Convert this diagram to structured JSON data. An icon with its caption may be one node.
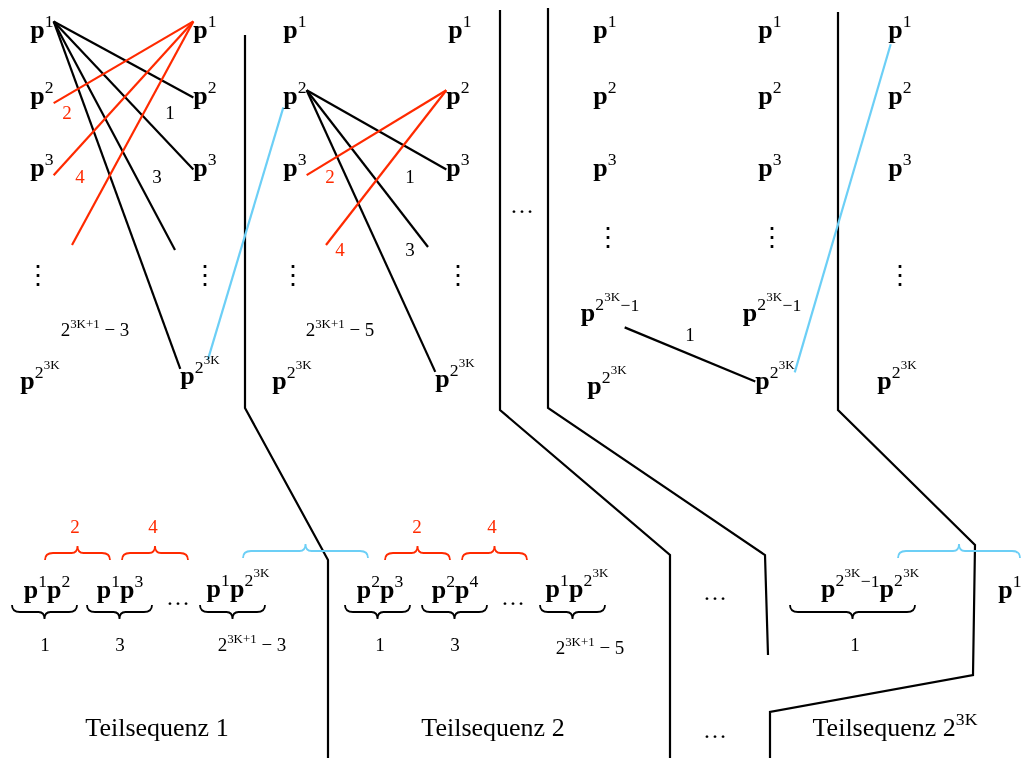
{
  "diagram": {
    "nodes": [
      {
        "text": [
          "**p**$^{1}$"
        ]
      },
      {
        "text": [
          "**p**$^{1}$"
        ]
      },
      {
        "text": [
          "**p**$^{2}$"
        ]
      },
      {
        "text": [
          "**p**$^{2}$"
        ]
      },
      {
        "text": [
          "**p**$^{3}$"
        ]
      },
      {
        "text": [
          "**p**$^{3}$"
        ]
      },
      {
        "text": [
          "**p**$^{2}$$^{3K}$"
        ]
      },
      {
        "text": [
          "**p**$^{2}$"
        ]
      },
      {
        "text": [
          "**p**$^{2}$"
        ]
      },
      {
        "text": [
          "**p**$^{3}$"
        ]
      },
      {
        "text": [
          "**p**$^{3}$"
        ]
      },
      {
        "text": [
          "**p**$^{2}$$^{3K}$"
        ]
      },
      {
        "text": [
          "**p**$^{2}$$^{3K}$$^{−1}$"
        ]
      },
      {
        "text": [
          "**p**$^{2}$$^{3K}$"
        ]
      },
      {
        "text": [
          "**p**$^{1}$"
        ]
      }
    ],
    "edges": [
      {
        "from": 0,
        "to": 3,
        "arrow": "none",
        "label": "1"
      },
      {
        "from": 0,
        "to": 5,
        "arrow": "none",
        "label": "3"
      },
      {
        "from": 0,
        "to": null,
        "arrow": "none"
      },
      {
        "from": 0,
        "to": 6,
        "arrow": "none",
        "label": "2$^{3K+1}$ − 3"
      },
      {
        "from": 1,
        "to": 2,
        "arrow": "none",
        "label": "2",
        "color": "#ff2a00"
      },
      {
        "from": 1,
        "to": 4,
        "arrow": "none",
        "label": "4",
        "color": "#ff2a00"
      },
      {
        "from": 1,
        "to": null,
        "arrow": "none",
        "color": "#ff2a00"
      },
      {
        "from": 6,
        "to": 7,
        "arrow": "none",
        "color": "#6ccff6"
      },
      {
        "from": 7,
        "to": 10,
        "arrow": "none",
        "label": "1"
      },
      {
        "from": 7,
        "to": null,
        "arrow": "none",
        "label": "3"
      },
      {
        "from": 7,
        "to": 11,
        "arrow": "none",
        "label": "2$^{3K+1}$ − 5"
      },
      {
        "from": 8,
        "to": 9,
        "arrow": "none",
        "label": "2",
        "color": "#ff2a00"
      },
      {
        "from": 8,
        "to": null,
        "arrow": "none",
        "label": "4",
        "color": "#ff2a00"
      },
      {
        "from": 12,
        "to": 13,
        "arrow": "none",
        "label": "1"
      },
      {
        "from": 13,
        "to": 14,
        "arrow": "none",
        "color": "#6ccff6"
      }
    ],
    "labels": [
      "**p**$^{1}$",
      "**p**$^{1}$",
      "**p**$^{1}$",
      "**p**$^{1}$",
      "**p**$^{2}$",
      "**p**$^{2}$",
      "**p**$^{2}$",
      "**p**$^{3}$",
      "**p**$^{3}$",
      "**p**$^{3}$",
      "…",
      "⋮",
      "⋮",
      "⋮",
      "⋮",
      "⋮",
      "⋮",
      "⋮",
      "**p**$^{2}$$^{3K}$$^{−1}$",
      "**p**$^{2}$$^{3K}$",
      "**p**$^{2}$$^{3K}$",
      "**p**$^{2}$$^{3K}$",
      "**p**$^{2}$$^{3K}$",
      "2",
      "4",
      "2",
      "4",
      "**p**$^{1}$**p**$^{2}$",
      "**p**$^{1}$**p**$^{3}$",
      "…",
      "**p**$^{1}$**p**$^{2}$$^{3K}$",
      "**p**$^{2}$**p**$^{3}$",
      "**p**$^{2}$**p**$^{4}$",
      "…",
      "**p**$^{1}$**p**$^{2}$$^{3K}$",
      "…",
      "**p**$^{2}$$^{3K}$$^{−1}$**p**$^{2}$$^{3K}$",
      "**p**$^{1}$",
      "1",
      "3",
      "2$^{3K+1}$ − 3",
      "1",
      "3",
      "2$^{3K+1}$ − 5",
      "1",
      "Teilsequenz 1",
      "Teilsequenz 2",
      "…",
      "Teilsequenz 2$^{3K}$"
    ]
  }
}
